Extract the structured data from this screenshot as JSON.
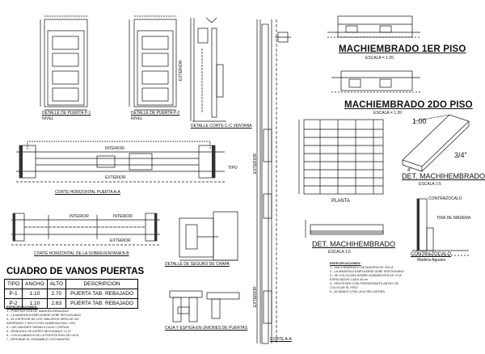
{
  "labels": {
    "door_p1": "DETALLE DE PUERTA P-1",
    "door_p2": "DETALLE DE PUERTA P-2",
    "door_scale": "NIVEL",
    "corte_vent": "DETALLE CORTE C-C VENTANA",
    "exterior": "EXTERIOR",
    "interior": "INTERIOR",
    "corte_horiz": "CORTE HORIZONTAL PUERTA A-A",
    "corte_horiz_sobre": "CORTE HORIZONTAL DE LA SOBREVENTANA B-B",
    "seguro": "DETALLE DE SEGURO DE CHAPA",
    "caja_espiga": "CAJA Y ESPIGA EN UNIONES DE PUERTAS",
    "corte_aa": "CORTE A-A",
    "tipo1": "TIPO",
    "mach1": "MACHIEMBRADO 1ER PISO",
    "mach1_scale": "ESCALA = 1:20",
    "mach2": "MACHIEMBRADO 2DO PISO",
    "mach2_scale": "ESCALA = 1:20",
    "dim_100": "1.00",
    "dim_34": "3/4\"",
    "dim_4": "4\"",
    "det_mach_right": "DET. MACHIHEMBRADO",
    "det_mach_right_scale": "ESCALA 1:5",
    "planta": "PLANTA",
    "det_mach_left": "DET. MACHIHEMBRADO",
    "det_mach_left_scale": "ESCALA 1:5",
    "contrazocalo_label": "CONTRAZOCALO",
    "contrazocalo_title": "CONTRAZOCALO",
    "contrazocalo_sub": "Madera Aguano",
    "tira_label": "TIRA DE MADERA",
    "especificaciones": "ESPECIFICACIONES:"
  },
  "table": {
    "title": "CUADRO DE VANOS PUERTAS",
    "headers": [
      "TIPO",
      "ANCHO",
      "ALTO",
      "DESCRIPCION"
    ],
    "rows": [
      [
        "P-1",
        "1.10",
        "2.70",
        "PUERTA TAB. REBAJADO"
      ],
      [
        "P-2",
        "1.10",
        "2.63",
        "PUERTA TAB. REBAJADO"
      ]
    ]
  },
  "notes_left_title": "ESPECIFICACIONES:",
  "notes_left": [
    "1.- PUERTAS SON DE MADERA REBAJADO",
    "2.- LA MADERA A EMPLEARSE DEBE SER AGUANO",
    "3.- EL ESPESOR DE LOS TABLEROS SERA DE 3/4\"",
    "   ASERRADO Y SECO CON HUMEDAD MAX. 15%",
    "4.- LAS UNIONES SERAN A CAJA Y ESPIGA",
    "5.- BISAGRAS DE ACERO INOXIDABLE 3 1/2\"",
    "6.- LOS ACABADOS DE LA PUERTA SON DE LACA",
    "7.- APROBAR EL ENSAMBLE CON MADERA"
  ],
  "notes_right_title": "ESPECIFICACIONES:",
  "notes_right": [
    "1.- MACHIEMBRADO DE MADERA DE 3/4\"x4\"",
    "2.- LA MADERA A EMPLEARSE DEBE SER AGUANO",
    "3.- SE COLOCARA SOBRE DURMIENTES DE 2\"x3\"",
    "   ESPACIADOS CADA 40 cm",
    "4.- PROTEGER CON PRESERVANTE ANTES DE",
    "   COLOCAR EL PISO",
    "5.- ACABADO CON LACA SELLADORA"
  ]
}
